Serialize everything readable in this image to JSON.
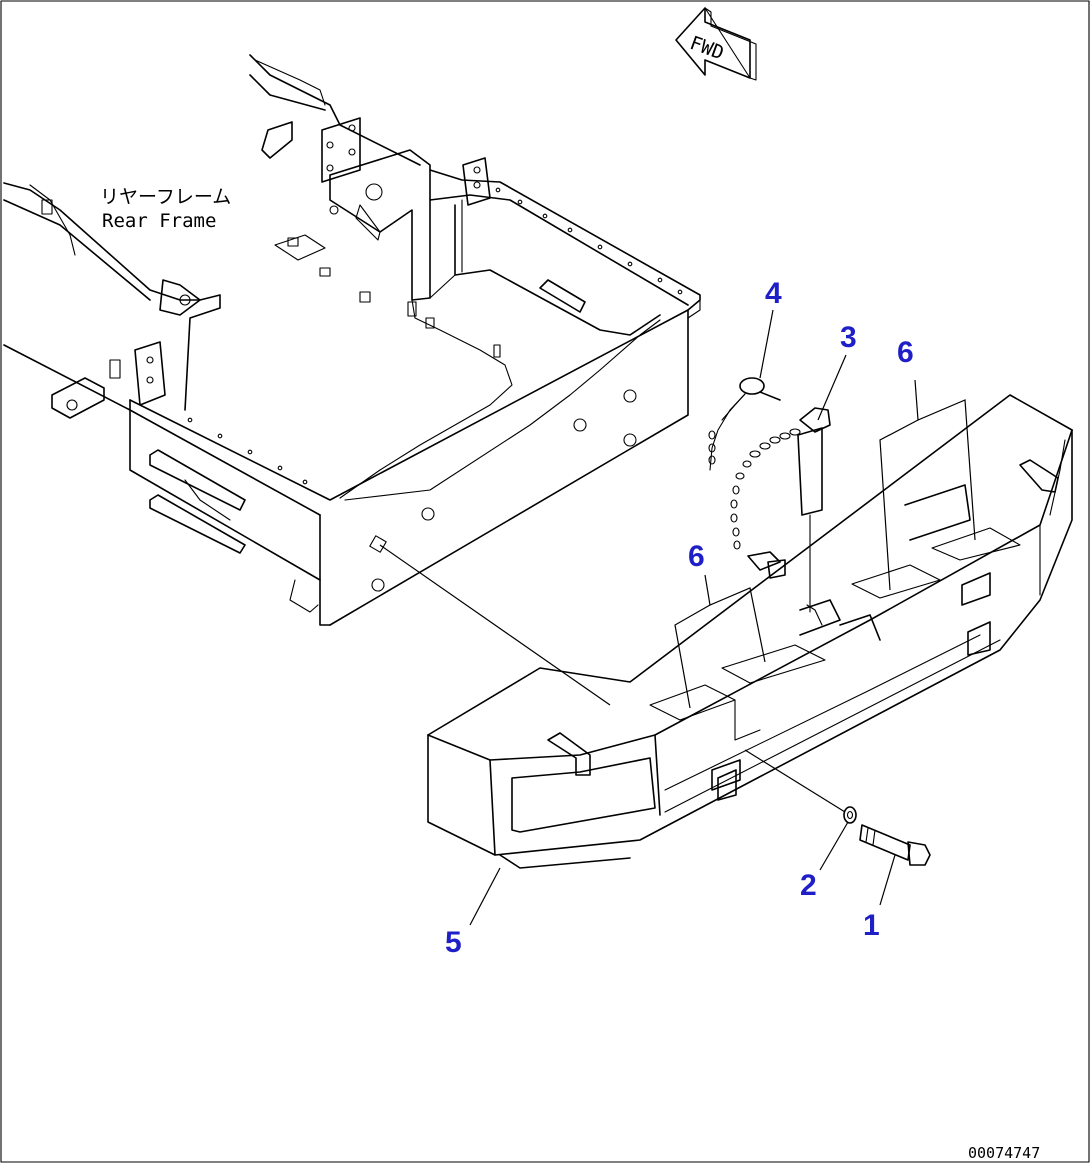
{
  "frame_label_jp": "リヤーフレーム",
  "frame_label_en": "Rear Frame",
  "direction_arrow": "FWD",
  "doc_number": "00074747",
  "callouts": [
    "1",
    "2",
    "3",
    "4",
    "5",
    "6",
    "6"
  ],
  "colors": {
    "callout": "#1f1fc8",
    "line": "#000000",
    "background": "#ffffff"
  }
}
